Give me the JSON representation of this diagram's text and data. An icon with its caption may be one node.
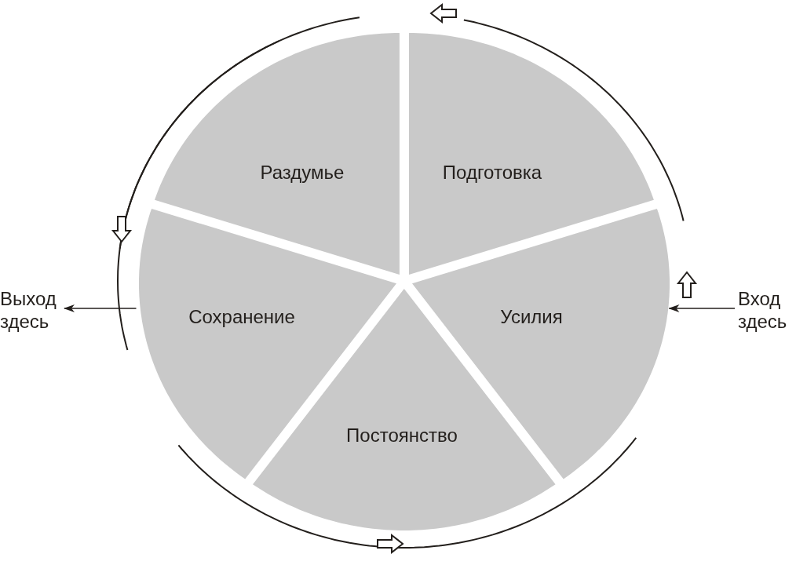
{
  "diagram": {
    "nodes": [
      {
        "text": [
          "Раздумье"
        ]
      },
      {
        "text": [
          "Подготовка"
        ]
      },
      {
        "text": [
          "Сохранение"
        ]
      },
      {
        "text": [
          "Усилия"
        ]
      },
      {
        "text": [
          "Постоянство"
        ]
      },
      {
        "text": [
          "Вход здесь"
        ]
      },
      {
        "text": [
          "Выход здесь"
        ]
      }
    ],
    "edges": [
      {
        "from": 5,
        "to": 3,
        "arrow": "to"
      },
      {
        "from": 2,
        "to": 6,
        "arrow": "to"
      }
    ]
  }
}
